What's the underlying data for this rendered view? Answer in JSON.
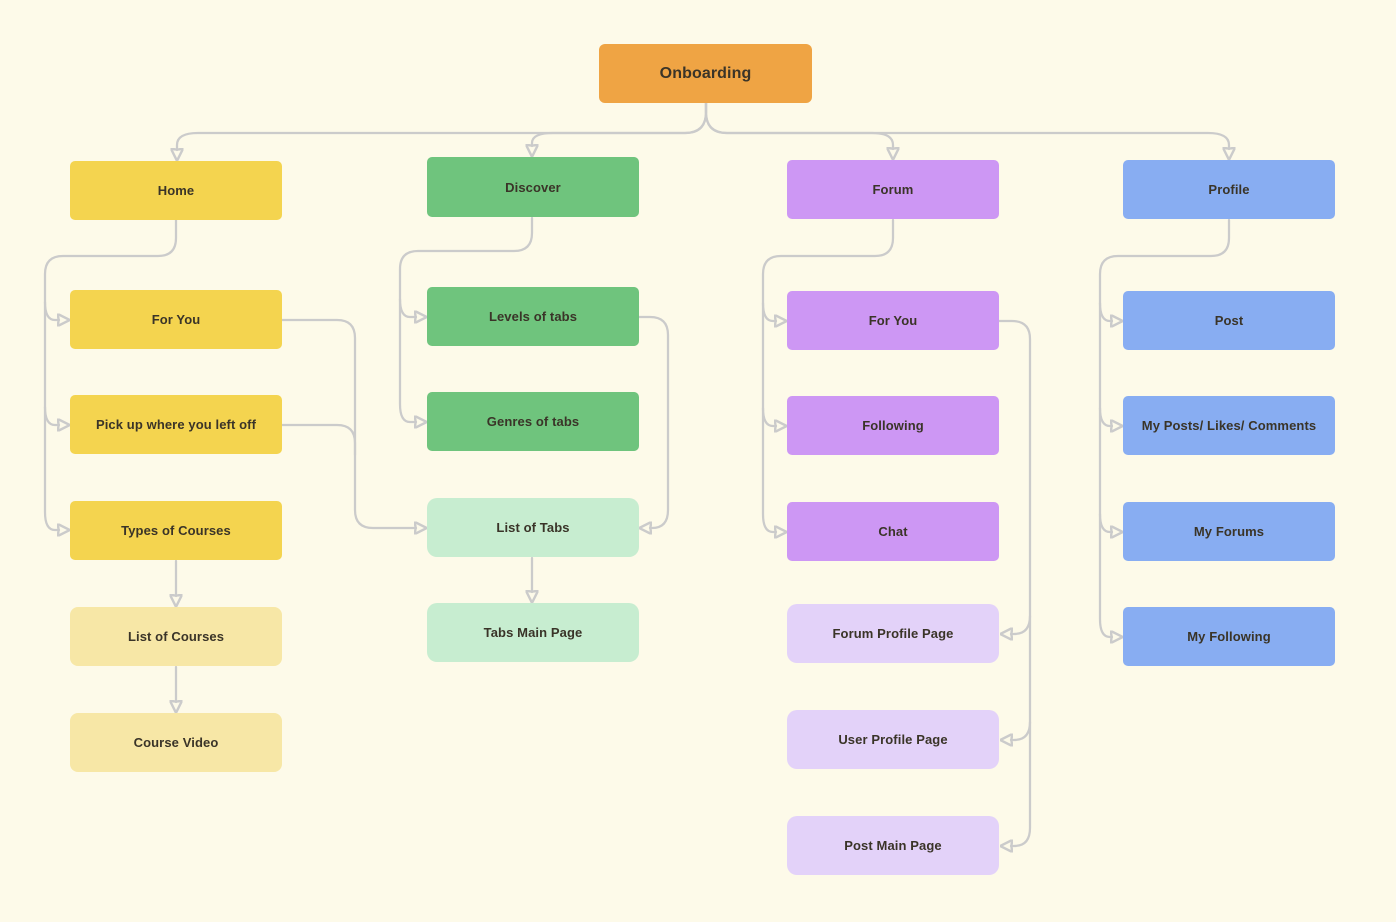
{
  "diagram_title": "Onboarding",
  "colors": {
    "background": "#FDFAE9",
    "connector": "#CBCBCB",
    "arrowhead": "#C3C3C3",
    "text": "#3A3428",
    "root_orange": "#EFA444",
    "home_yellow": "#F4D44F",
    "home_yellow_light": "#F7E7A6",
    "discover_green": "#6FC47D",
    "discover_green_light": "#C7EDD0",
    "forum_purple": "#CD97F4",
    "forum_purple_light": "#E3D2F9",
    "profile_blue": "#88ADF2"
  },
  "nodes": {
    "onboarding": "Onboarding",
    "home": "Home",
    "home_for_you": "For You",
    "pick_up": "Pick up where you left off",
    "types_of_courses": "Types of Courses",
    "list_of_courses": "List of Courses",
    "course_video": "Course Video",
    "discover": "Discover",
    "levels_of_tabs": "Levels of tabs",
    "genres_of_tabs": "Genres of tabs",
    "list_of_tabs": "List of Tabs",
    "tabs_main_page": "Tabs Main Page",
    "forum": "Forum",
    "forum_for_you": "For You",
    "following": "Following",
    "chat": "Chat",
    "forum_profile_page": "Forum Profile Page",
    "user_profile_page": "User Profile Page",
    "post_main_page": "Post Main Page",
    "profile": "Profile",
    "post": "Post",
    "my_posts_likes_comments": "My Posts/ Likes/ Comments",
    "my_forums": "My Forums",
    "my_following": "My Following"
  },
  "edges": [
    {
      "from": "onboarding",
      "to": "home"
    },
    {
      "from": "onboarding",
      "to": "discover"
    },
    {
      "from": "onboarding",
      "to": "forum"
    },
    {
      "from": "onboarding",
      "to": "profile"
    },
    {
      "from": "home",
      "to": "home_for_you"
    },
    {
      "from": "home",
      "to": "pick_up"
    },
    {
      "from": "home",
      "to": "types_of_courses"
    },
    {
      "from": "types_of_courses",
      "to": "list_of_courses"
    },
    {
      "from": "list_of_courses",
      "to": "course_video"
    },
    {
      "from": "discover",
      "to": "levels_of_tabs"
    },
    {
      "from": "discover",
      "to": "genres_of_tabs"
    },
    {
      "from": "levels_of_tabs",
      "to": "list_of_tabs"
    },
    {
      "from": "home_for_you",
      "to": "list_of_tabs"
    },
    {
      "from": "pick_up",
      "to": "list_of_tabs"
    },
    {
      "from": "list_of_tabs",
      "to": "tabs_main_page"
    },
    {
      "from": "forum",
      "to": "forum_for_you"
    },
    {
      "from": "forum",
      "to": "following"
    },
    {
      "from": "forum",
      "to": "chat"
    },
    {
      "from": "forum_for_you",
      "to": "forum_profile_page"
    },
    {
      "from": "forum_for_you",
      "to": "user_profile_page"
    },
    {
      "from": "forum_for_you",
      "to": "post_main_page"
    },
    {
      "from": "profile",
      "to": "post"
    },
    {
      "from": "profile",
      "to": "my_posts_likes_comments"
    },
    {
      "from": "profile",
      "to": "my_forums"
    },
    {
      "from": "profile",
      "to": "my_following"
    }
  ]
}
